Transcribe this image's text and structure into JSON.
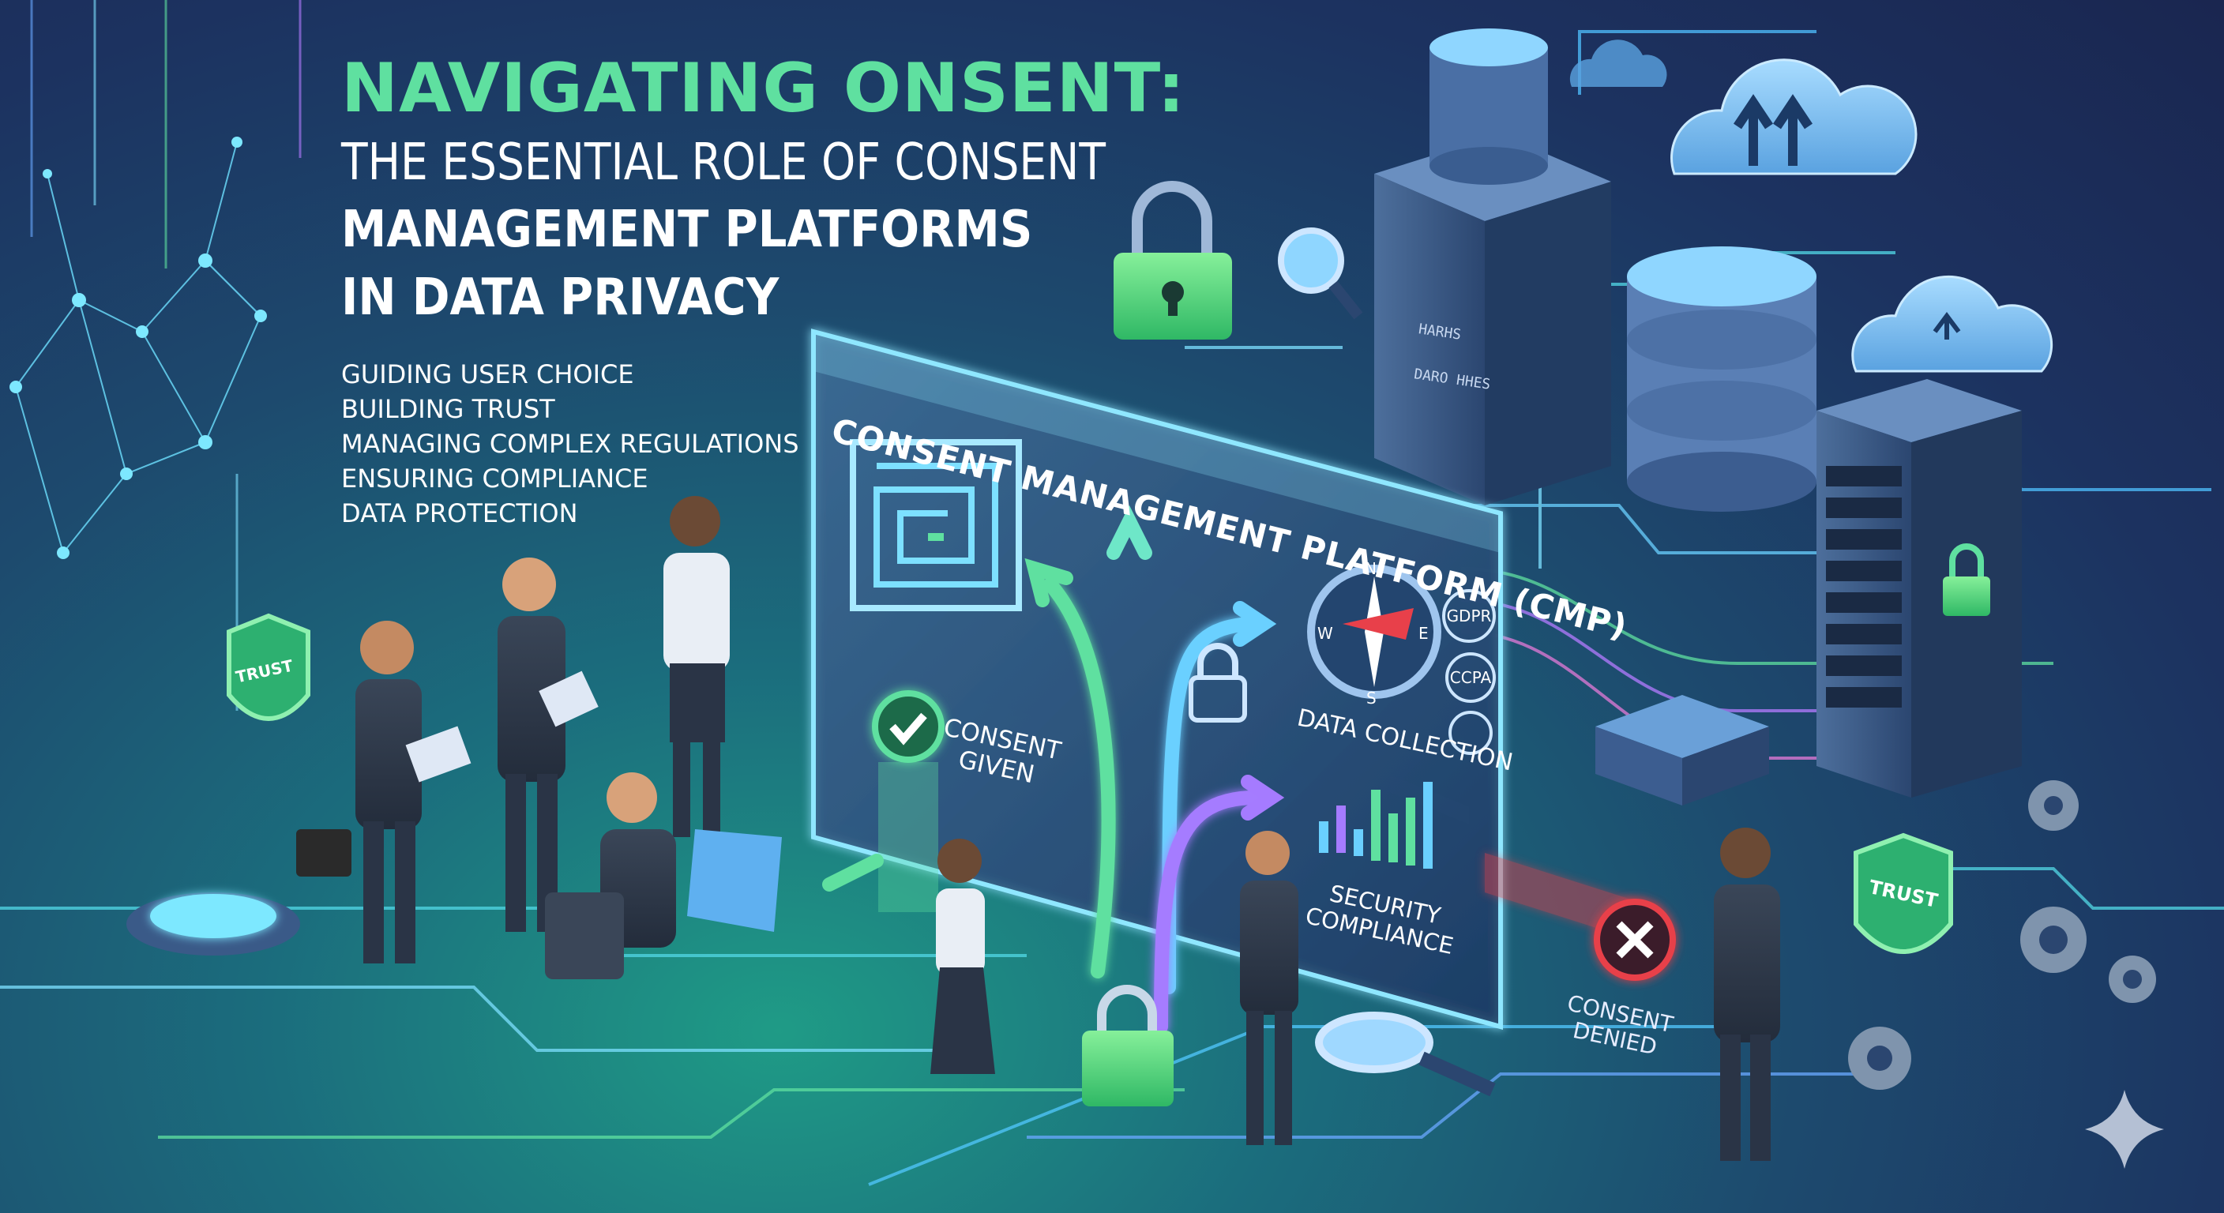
{
  "title": {
    "line1": "NAVIGATING ONSENT:",
    "line2": "THE ESSENTIAL ROLE OF CONSENT",
    "line3": "MANAGEMENT PLATFORMS",
    "line4": "IN DATA PRIVACY"
  },
  "bullets": [
    "GUIDING USER CHOICE",
    "BUILDING TRUST",
    "MANAGING COMPLEX REGULATIONS",
    "ENSURING COMPLIANCE",
    "DATA PROTECTION"
  ],
  "cmp": {
    "title": "CONSENT MANAGEMENT PLATFORM (CMP)",
    "consent_given": "CONSENT\nGIVEN",
    "data_collection": "DATA COLLECTION",
    "security_compliance": "SECURITY\nCOMPLIANCE",
    "consent_denied": "CONSENT\nDENIED",
    "badges": [
      "GDPR",
      "CCPA"
    ]
  },
  "shields": {
    "left": "TRUST",
    "right": "TRUST"
  },
  "server_labels": [
    "HARHS",
    "DARO HHES"
  ],
  "compass_letters": {
    "n": "N",
    "w": "W",
    "e": "E",
    "s": "S"
  },
  "colors": {
    "accent_green": "#5fe0a0",
    "accent_cyan": "#5fd8ff",
    "accent_purple": "#a57bff",
    "denied_red": "#e8404a",
    "background_navy": "#1a2650"
  }
}
